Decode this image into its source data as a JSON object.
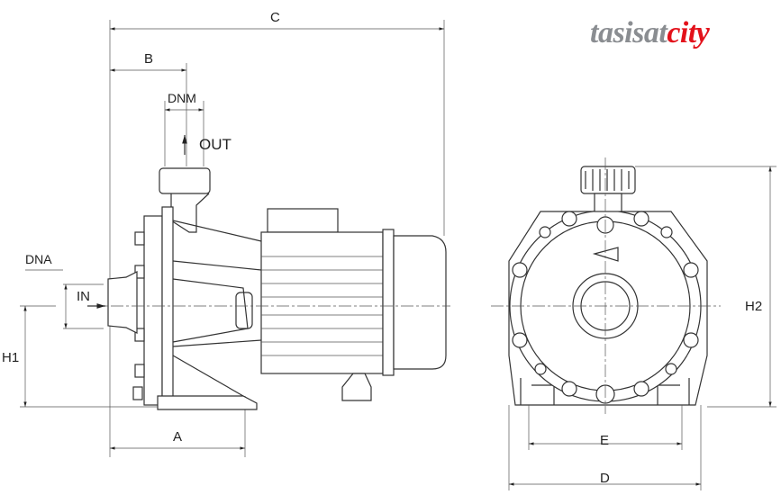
{
  "logo": {
    "part1": "tasisat",
    "part2": "city"
  },
  "colors": {
    "logo_gray": "#8a8d91",
    "logo_red": "#e3121b",
    "line": "#333333"
  },
  "side_view": {
    "dimensions": {
      "C": "C",
      "B": "B",
      "DNM": "DNM",
      "DNA": "DNA",
      "H1": "H1",
      "A": "A"
    },
    "flow": {
      "out": "OUT",
      "in": "IN"
    }
  },
  "front_view": {
    "dimensions": {
      "H2": "H2",
      "E": "E",
      "D": "D"
    }
  }
}
